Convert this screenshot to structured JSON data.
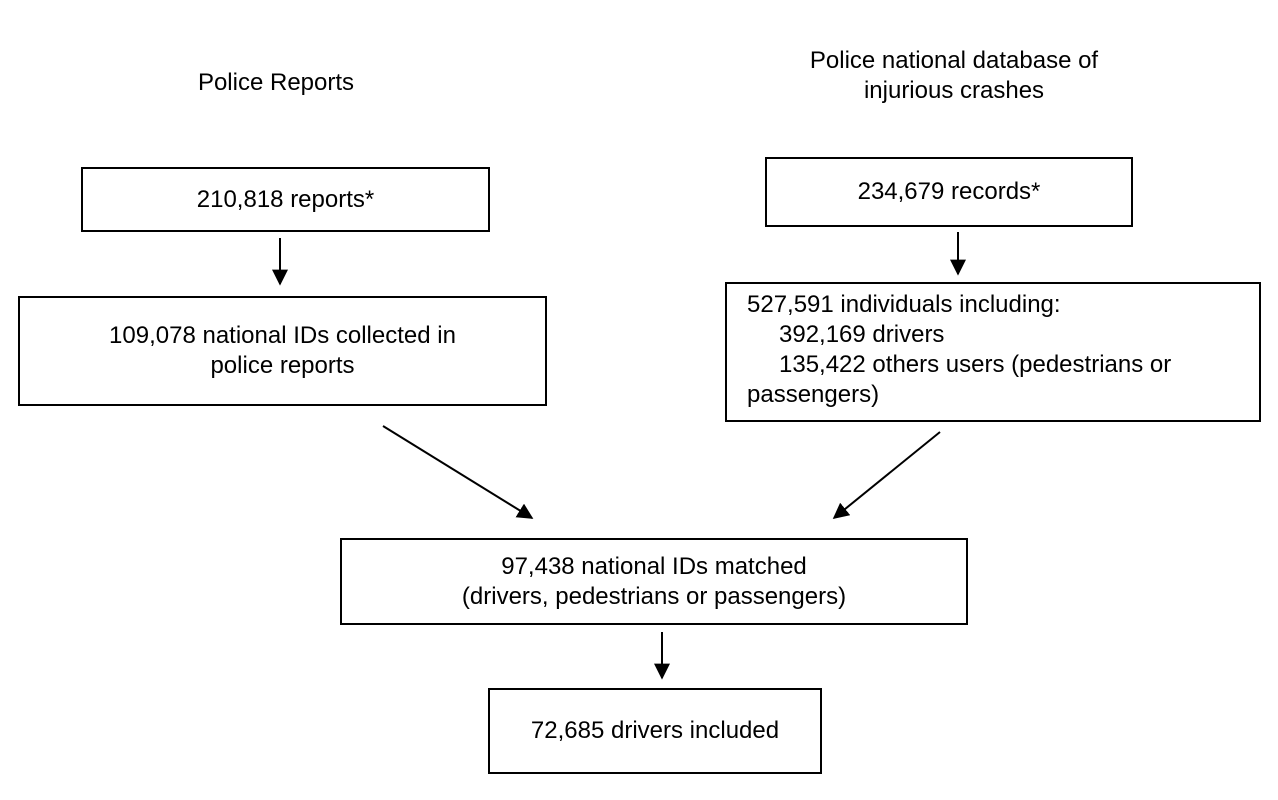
{
  "headings": {
    "left": "Police Reports",
    "right_line1": "Police national database of",
    "right_line2": "injurious crashes"
  },
  "boxes": {
    "reports": "210,818 reports*",
    "records": "234,679 records*",
    "ids_collected_line1": "109,078 national IDs collected in",
    "ids_collected_line2": "police reports",
    "individuals_line1": "527,591 individuals including:",
    "individuals_line2": "392,169 drivers",
    "individuals_line3": "135,422 others users (pedestrians or",
    "individuals_line4": "passengers)",
    "matched_line1": "97,438 national IDs matched",
    "matched_line2": "(drivers, pedestrians or passengers)",
    "included": "72,685 drivers included"
  }
}
